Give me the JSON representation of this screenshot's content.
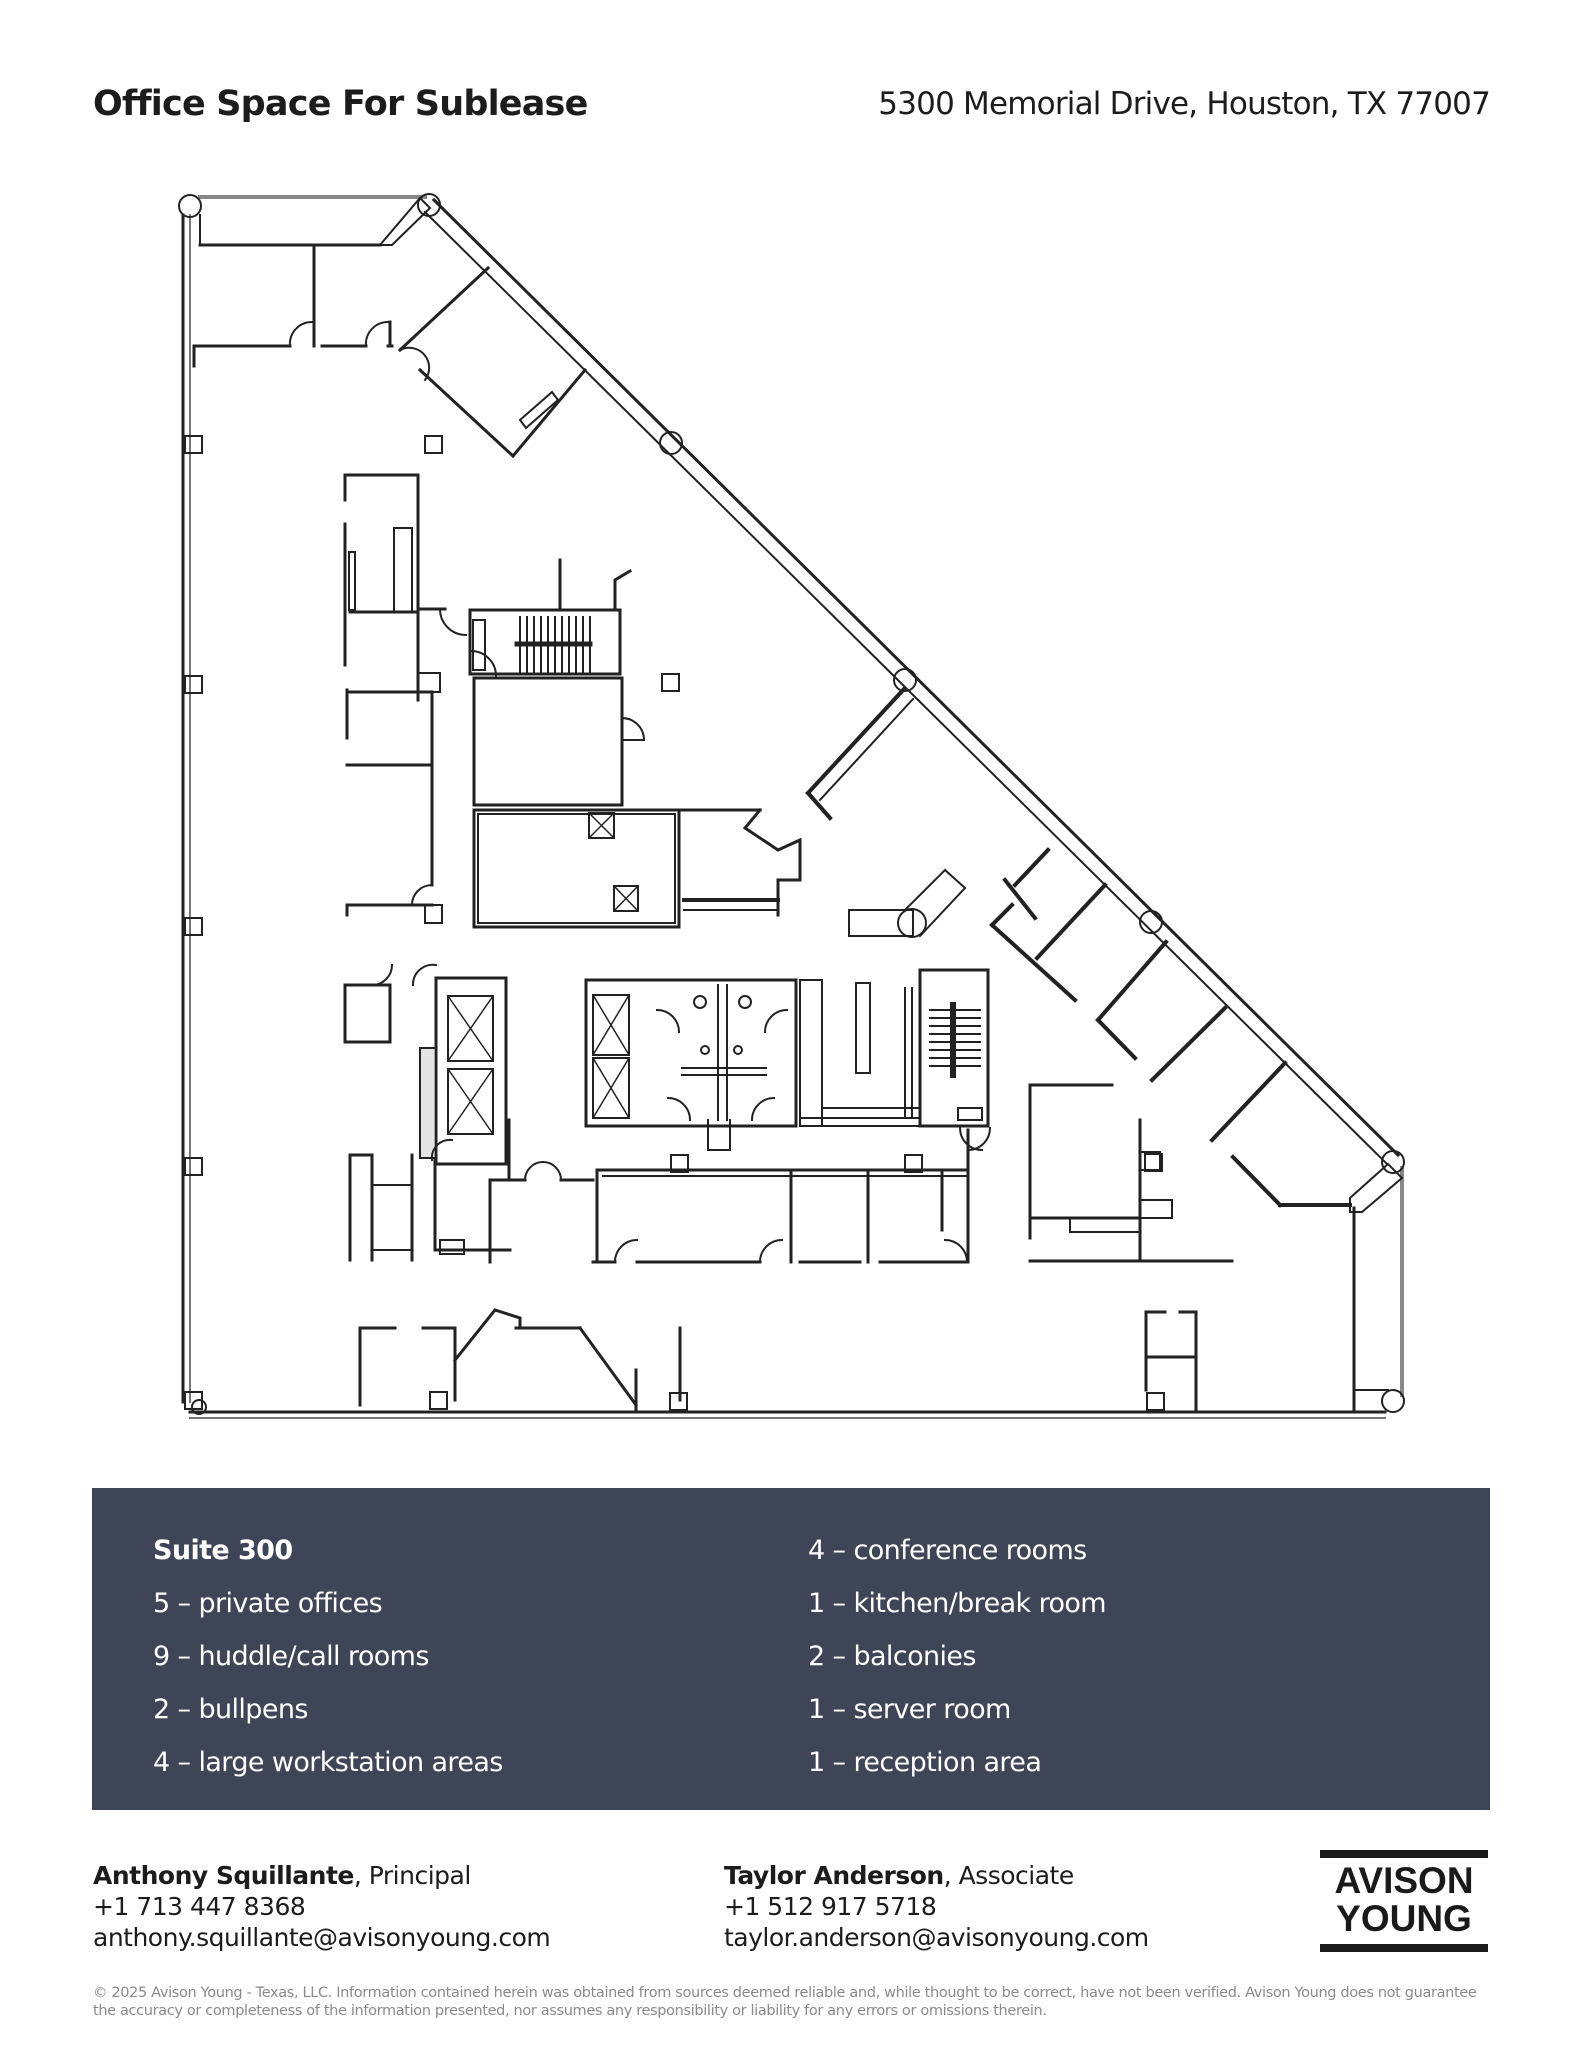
{
  "header": {
    "title": "Office Space For Sublease",
    "address": "5300 Memorial Drive, Houston, TX 77007"
  },
  "floor_plan": {
    "description": "Suite 300 floor plan — triangular floor with diagonal curtain wall, central elevator/restroom core, two stairwells, perimeter offices",
    "line_color": "#222222",
    "features": {
      "elevators": 4,
      "stairwells": 2,
      "restrooms": 2
    }
  },
  "suite": {
    "name": "Suite 300",
    "background_color": "#3d4556",
    "left_items": [
      "5 – private offices",
      "9 – huddle/call rooms",
      "2 – bullpens",
      "4 – large workstation areas"
    ],
    "right_items": [
      "4 – conference rooms",
      "1 – kitchen/break room",
      "2 – balconies",
      "1 – server room",
      "1 – reception area"
    ]
  },
  "contacts": [
    {
      "name": "Anthony Squillante",
      "role": ", Principal",
      "phone": "+1 713 447 8368",
      "email": "anthony.squillante@avisonyoung.com"
    },
    {
      "name": "Taylor Anderson",
      "role": ", Associate",
      "phone": "+1 512 917 5718",
      "email": "taylor.anderson@avisonyoung.com"
    }
  ],
  "logo": {
    "line1": "AVISON",
    "line2": "YOUNG"
  },
  "disclaimer": "© 2025 Avison Young - Texas, LLC. Information contained herein was obtained from sources deemed reliable and, while thought to be correct, have not been verified. Avison Young does not guarantee the accuracy or completeness of the information presented, nor assumes any responsibility or liability for any errors or omissions therein."
}
